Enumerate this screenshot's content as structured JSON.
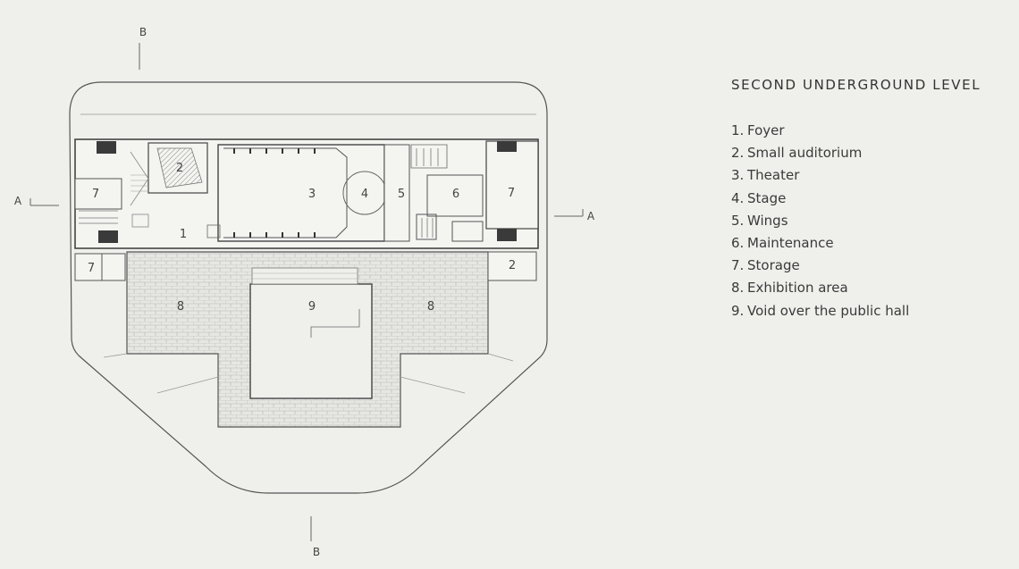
{
  "legend": {
    "title": "SECOND UNDERGROUND LEVEL",
    "items": [
      {
        "num": "1.",
        "label": "Foyer"
      },
      {
        "num": "2.",
        "label": "Small auditorium"
      },
      {
        "num": "3.",
        "label": "Theater"
      },
      {
        "num": "4.",
        "label": "Stage"
      },
      {
        "num": "5.",
        "label": "Wings"
      },
      {
        "num": "6.",
        "label": "Maintenance"
      },
      {
        "num": "7.",
        "label": "Storage"
      },
      {
        "num": "8.",
        "label": "Exhibition area"
      },
      {
        "num": "9.",
        "label": "Void over the public hall"
      }
    ]
  },
  "section_marks": {
    "a": "A",
    "b": "B"
  },
  "room_labels": {
    "foyer": "1",
    "small_auditorium": "2",
    "theater": "3",
    "stage": "4",
    "wings": "5",
    "maintenance": "6",
    "storage": "7",
    "exhibition": "8",
    "void": "9"
  }
}
